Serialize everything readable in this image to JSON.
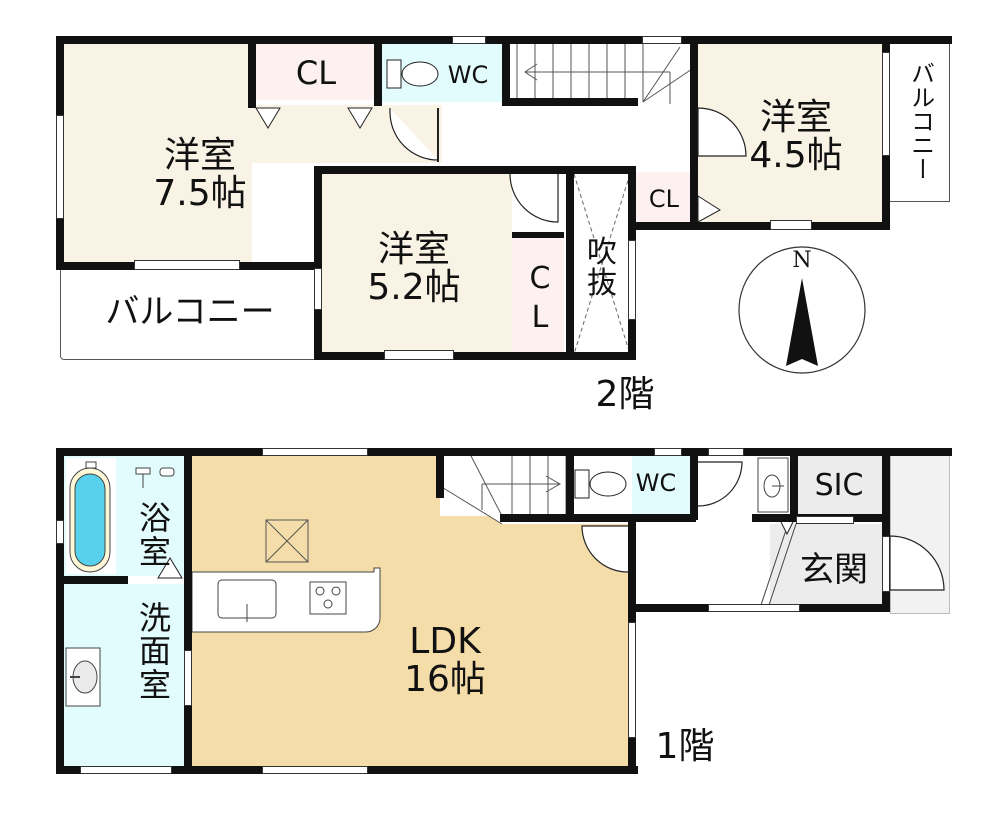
{
  "colors": {
    "bedroom": "#f8f3e4",
    "closet": "#fdf0f0",
    "water": "#e2fbfd",
    "ldk": "#f5ddaa",
    "tile": "#ececec",
    "wall": "#111111"
  },
  "floor2": {
    "label": "2階",
    "rooms": [
      {
        "id": "bedroom-7-5",
        "name": "洋室",
        "size": "7.5帖"
      },
      {
        "id": "bedroom-5-2",
        "name": "洋室",
        "size": "5.2帖"
      },
      {
        "id": "bedroom-4-5",
        "name": "洋室",
        "size": "4.5帖"
      },
      {
        "id": "closet-1",
        "name": "CL"
      },
      {
        "id": "closet-2",
        "name": "CL"
      },
      {
        "id": "closet-3",
        "name": "C",
        "name2": "L"
      },
      {
        "id": "wc-2f",
        "name": "WC"
      },
      {
        "id": "void",
        "name": "吹",
        "name2": "抜"
      },
      {
        "id": "balcony-west",
        "name": "バルコニー"
      },
      {
        "id": "balcony-east",
        "name": "バルコニー"
      }
    ],
    "compass": {
      "label": "N"
    }
  },
  "floor1": {
    "label": "1階",
    "rooms": [
      {
        "id": "ldk",
        "name": "LDK",
        "size": "16帖"
      },
      {
        "id": "bathroom",
        "name": "浴",
        "name2": "室"
      },
      {
        "id": "washroom",
        "name": "洗",
        "name2": "面",
        "name3": "室"
      },
      {
        "id": "wc-1f",
        "name": "WC"
      },
      {
        "id": "sic",
        "name": "SIC"
      },
      {
        "id": "entrance",
        "name": "玄関"
      }
    ]
  }
}
